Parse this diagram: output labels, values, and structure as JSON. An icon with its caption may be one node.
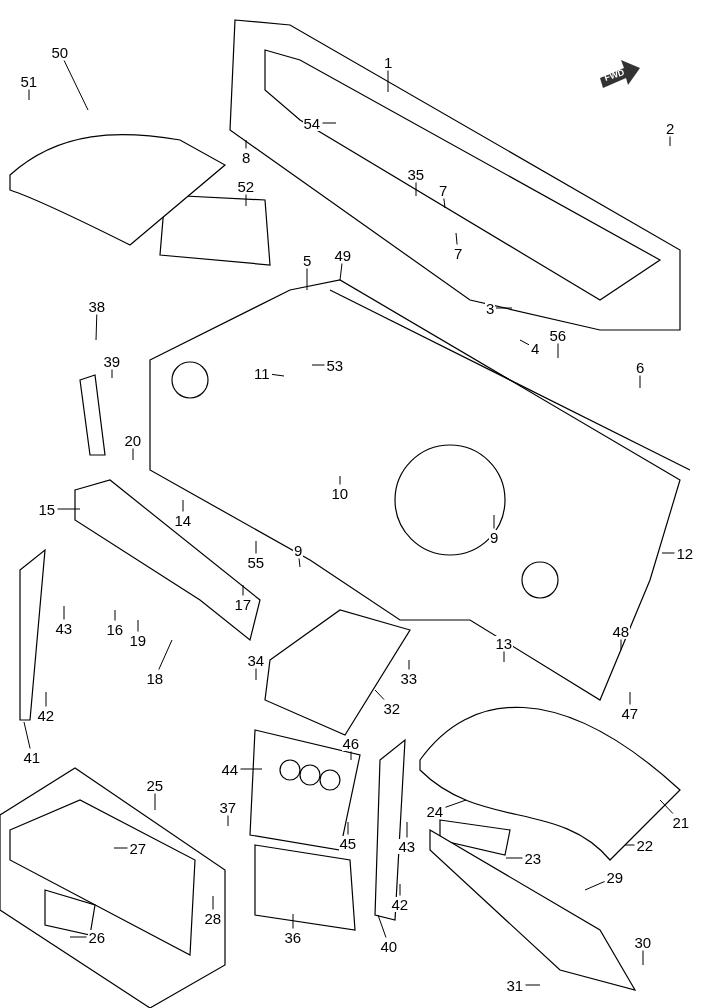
{
  "diagram": {
    "nodes": [
      {
        "text": [
          "50"
        ]
      },
      {
        "text": [
          "1"
        ]
      },
      {
        "text": [
          "51"
        ]
      },
      {
        "text": [
          "54"
        ]
      },
      {
        "text": [
          "2"
        ]
      },
      {
        "text": [
          "8"
        ]
      },
      {
        "text": [
          "35"
        ]
      },
      {
        "text": [
          "52"
        ]
      },
      {
        "text": [
          "7"
        ]
      },
      {
        "text": [
          "7"
        ]
      },
      {
        "text": [
          "5"
        ]
      },
      {
        "text": [
          "49"
        ]
      },
      {
        "text": [
          "38"
        ]
      },
      {
        "text": [
          "3"
        ]
      },
      {
        "text": [
          "56"
        ]
      },
      {
        "text": [
          "4"
        ]
      },
      {
        "text": [
          "39"
        ]
      },
      {
        "text": [
          "53"
        ]
      },
      {
        "text": [
          "6"
        ]
      },
      {
        "text": [
          "11"
        ]
      },
      {
        "text": [
          "20"
        ]
      },
      {
        "text": [
          "10"
        ]
      },
      {
        "text": [
          "15"
        ]
      },
      {
        "text": [
          "14"
        ]
      },
      {
        "text": [
          "9"
        ]
      },
      {
        "text": [
          "9"
        ]
      },
      {
        "text": [
          "12"
        ]
      },
      {
        "text": [
          "55"
        ]
      },
      {
        "text": [
          "17"
        ]
      },
      {
        "text": [
          "43"
        ]
      },
      {
        "text": [
          "16"
        ]
      },
      {
        "text": [
          "19"
        ]
      },
      {
        "text": [
          "13"
        ]
      },
      {
        "text": [
          "48"
        ]
      },
      {
        "text": [
          "34"
        ]
      },
      {
        "text": [
          "33"
        ]
      },
      {
        "text": [
          "18"
        ]
      },
      {
        "text": [
          "32"
        ]
      },
      {
        "text": [
          "47"
        ]
      },
      {
        "text": [
          "42"
        ]
      },
      {
        "text": [
          "46"
        ]
      },
      {
        "text": [
          "41"
        ]
      },
      {
        "text": [
          "44"
        ]
      },
      {
        "text": [
          "25"
        ]
      },
      {
        "text": [
          "24"
        ]
      },
      {
        "text": [
          "37"
        ]
      },
      {
        "text": [
          "21"
        ]
      },
      {
        "text": [
          "22"
        ]
      },
      {
        "text": [
          "45"
        ]
      },
      {
        "text": [
          "43"
        ]
      },
      {
        "text": [
          "27"
        ]
      },
      {
        "text": [
          "23"
        ]
      },
      {
        "text": [
          "29"
        ]
      },
      {
        "text": [
          "42"
        ]
      },
      {
        "text": [
          "28"
        ]
      },
      {
        "text": [
          "26"
        ]
      },
      {
        "text": [
          "40"
        ]
      },
      {
        "text": [
          "36"
        ]
      },
      {
        "text": [
          "30"
        ]
      },
      {
        "text": [
          "31"
        ]
      }
    ],
    "edges": [
      {
        "from": 0,
        "to": null,
        "arrow": "none"
      },
      {
        "from": 1,
        "to": null,
        "arrow": "none"
      },
      {
        "from": 2,
        "to": null,
        "arrow": "none"
      },
      {
        "from": 3,
        "to": null,
        "arrow": "none"
      },
      {
        "from": 4,
        "to": null,
        "arrow": "none"
      },
      {
        "from": 5,
        "to": null,
        "arrow": "none"
      },
      {
        "from": 6,
        "to": null,
        "arrow": "none"
      },
      {
        "from": 7,
        "to": null,
        "arrow": "none"
      },
      {
        "from": 8,
        "to": null,
        "arrow": "none"
      },
      {
        "from": 9,
        "to": null,
        "arrow": "none"
      },
      {
        "from": 10,
        "to": null,
        "arrow": "none"
      },
      {
        "from": 11,
        "to": null,
        "arrow": "none"
      },
      {
        "from": 12,
        "to": null,
        "arrow": "none"
      },
      {
        "from": 13,
        "to": null,
        "arrow": "none"
      },
      {
        "from": 14,
        "to": null,
        "arrow": "none"
      },
      {
        "from": 15,
        "to": null,
        "arrow": "none"
      },
      {
        "from": 16,
        "to": null,
        "arrow": "none"
      },
      {
        "from": 17,
        "to": null,
        "arrow": "none"
      },
      {
        "from": 18,
        "to": null,
        "arrow": "none"
      },
      {
        "from": 19,
        "to": null,
        "arrow": "none"
      },
      {
        "from": 20,
        "to": null,
        "arrow": "none"
      },
      {
        "from": 21,
        "to": null,
        "arrow": "none"
      },
      {
        "from": 22,
        "to": null,
        "arrow": "none"
      },
      {
        "from": 23,
        "to": null,
        "arrow": "none"
      },
      {
        "from": 24,
        "to": null,
        "arrow": "none"
      },
      {
        "from": 25,
        "to": null,
        "arrow": "none"
      },
      {
        "from": 26,
        "to": null,
        "arrow": "none"
      },
      {
        "from": 27,
        "to": null,
        "arrow": "none"
      },
      {
        "from": 28,
        "to": null,
        "arrow": "none"
      },
      {
        "from": 29,
        "to": null,
        "arrow": "none"
      },
      {
        "from": 30,
        "to": null,
        "arrow": "none"
      },
      {
        "from": 31,
        "to": null,
        "arrow": "none"
      },
      {
        "from": 32,
        "to": null,
        "arrow": "none"
      },
      {
        "from": 33,
        "to": null,
        "arrow": "none"
      },
      {
        "from": 34,
        "to": null,
        "arrow": "none"
      },
      {
        "from": 35,
        "to": null,
        "arrow": "none"
      },
      {
        "from": 36,
        "to": null,
        "arrow": "none"
      },
      {
        "from": 37,
        "to": null,
        "arrow": "none"
      },
      {
        "from": 38,
        "to": null,
        "arrow": "none"
      },
      {
        "from": 39,
        "to": null,
        "arrow": "none"
      },
      {
        "from": 40,
        "to": null,
        "arrow": "none"
      },
      {
        "from": 41,
        "to": null,
        "arrow": "none"
      },
      {
        "from": 42,
        "to": null,
        "arrow": "none"
      },
      {
        "from": 43,
        "to": null,
        "arrow": "none"
      },
      {
        "from": 44,
        "to": null,
        "arrow": "none"
      },
      {
        "from": 45,
        "to": null,
        "arrow": "none"
      },
      {
        "from": 46,
        "to": null,
        "arrow": "none"
      },
      {
        "from": 47,
        "to": null,
        "arrow": "none"
      },
      {
        "from": 48,
        "to": null,
        "arrow": "none"
      },
      {
        "from": 49,
        "to": null,
        "arrow": "none"
      },
      {
        "from": 50,
        "to": null,
        "arrow": "none"
      },
      {
        "from": 51,
        "to": null,
        "arrow": "none"
      },
      {
        "from": 52,
        "to": null,
        "arrow": "none"
      },
      {
        "from": 53,
        "to": null,
        "arrow": "none"
      },
      {
        "from": 54,
        "to": null,
        "arrow": "none"
      },
      {
        "from": 55,
        "to": null,
        "arrow": "none"
      },
      {
        "from": 56,
        "to": null,
        "arrow": "none"
      },
      {
        "from": 57,
        "to": null,
        "arrow": "none"
      },
      {
        "from": 58,
        "to": null,
        "arrow": "none"
      },
      {
        "from": 59,
        "to": null,
        "arrow": "none"
      }
    ],
    "labels": [
      "FWD"
    ]
  }
}
